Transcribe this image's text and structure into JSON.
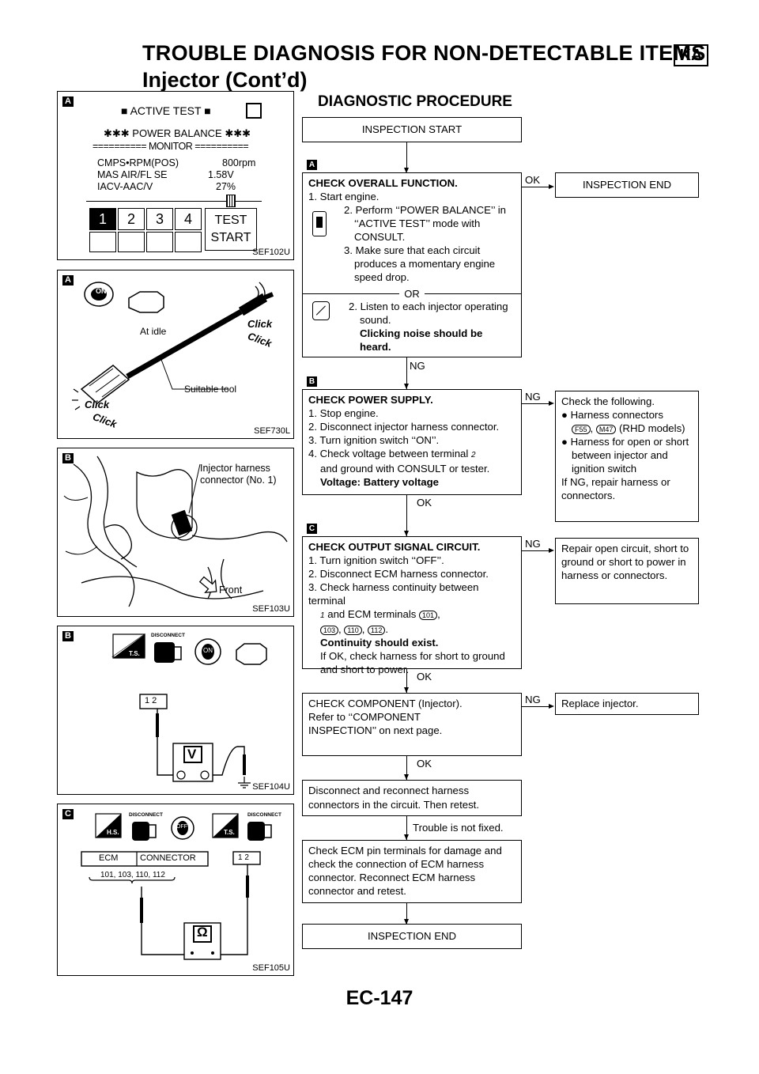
{
  "header": {
    "title": "TROUBLE DIAGNOSIS FOR NON-DETECTABLE ITEMS",
    "badge": "KA",
    "subtitle": "Injector (Cont’d)"
  },
  "section_title": "DIAGNOSTIC PROCEDURE",
  "figures": {
    "fig1": {
      "tag": "A",
      "code": "SEF102U",
      "screen_title": "ACTIVE TEST",
      "screen_sub": "✱✱✱ POWER BALANCE ✱✱✱",
      "monitor": "========== MONITOR ==========",
      "rows": [
        [
          "CMPS•RPM(POS)",
          "800rpm"
        ],
        [
          "MAS AIR/FL SE",
          "1.58V"
        ],
        [
          "IACV-AAC/V",
          "27%"
        ]
      ],
      "keys": [
        "1",
        "2",
        "3",
        "4"
      ],
      "test_button_1": "TEST",
      "test_button_2": "START"
    },
    "fig2": {
      "tag": "A",
      "code": "SEF730L",
      "on": "ON",
      "at_idle": "At idle",
      "click": "Click",
      "tool": "Suitable tool"
    },
    "fig3": {
      "tag": "B",
      "code": "SEF103U",
      "label1": "Injector harness",
      "label2": "connector (No. 1)",
      "front": "Front"
    },
    "fig4": {
      "tag": "B",
      "code": "SEF104U",
      "disconnect": "DISCONNECT",
      "ts": "T.S.",
      "on": "ON",
      "pins": "1 2",
      "meter": "V"
    },
    "fig5": {
      "tag": "C",
      "code": "SEF105U",
      "disconnect1": "DISCONNECT",
      "disconnect2": "DISCONNECT",
      "hs": "H.S.",
      "ts": "T.S.",
      "off": "OFF",
      "ecm": "ECM",
      "connector": "CONNECTOR",
      "terminals": "101, 103, 110, 112",
      "pins": "1 2",
      "meter": "Ω"
    }
  },
  "flow": {
    "start": "INSPECTION START",
    "stepA": {
      "tag": "A",
      "title": "CHECK OVERALL FUNCTION.",
      "l1": "1. Start engine.",
      "l2": "2. Perform ‘‘POWER BALANCE’’ in ‘‘ACTIVE TEST’’ mode with CONSULT.",
      "l3": "3. Make sure that each circuit produces a momentary engine speed drop.",
      "or": "OR",
      "l4": "2. Listen to each injector operating sound.",
      "l5": "Clicking noise should be heard."
    },
    "okA": "OK",
    "endA": "INSPECTION END",
    "ngA": "NG",
    "stepB": {
      "tag": "B",
      "title": "CHECK POWER SUPPLY.",
      "l1": "1. Stop engine.",
      "l2": "2. Disconnect injector harness connector.",
      "l3": "3. Turn ignition switch ‘‘ON’’.",
      "l4a": "4. Check voltage between terminal",
      "l4pin": "2",
      "l4b": "and ground with CONSULT or tester.",
      "l5": "Voltage: Battery voltage"
    },
    "ngB": "NG",
    "okB": "OK",
    "sideB": {
      "title": "Check the following.",
      "i1": "Harness connectors",
      "p1": "F55",
      "p2": "M47",
      "i1b": "(RHD models)",
      "i2": "Harness for open or short between injector and ignition switch",
      "i3": "If NG, repair harness or connectors."
    },
    "stepC": {
      "tag": "C",
      "title": "CHECK OUTPUT SIGNAL CIRCUIT.",
      "l1": "1. Turn ignition switch ‘‘OFF’’.",
      "l2": "2. Disconnect ECM harness connector.",
      "l3": "3. Check harness continuity between terminal",
      "pin1": "1",
      "l3b": "and ECM terminals",
      "p101": "101",
      "p103": "103",
      "p110": "110",
      "p112": "112",
      "l4": "Continuity should exist.",
      "l5": "If OK, check harness for short to ground and short to power."
    },
    "ngC": "NG",
    "okC": "OK",
    "sideC": "Repair open circuit, short to ground or short to power in harness or connectors.",
    "stepD": "CHECK COMPONENT (Injector). Refer to ‘‘COMPONENT INSPECTION’’ on next page.",
    "ngD": "NG",
    "okD": "OK",
    "sideD": "Replace injector.",
    "stepE": "Disconnect and reconnect harness connectors in the circuit. Then retest.",
    "notfixed": "Trouble is not fixed.",
    "stepF": "Check ECM pin terminals for damage and check the connection of ECM harness connector. Reconnect ECM harness connector and retest.",
    "end": "INSPECTION END"
  },
  "footer": "EC-147"
}
